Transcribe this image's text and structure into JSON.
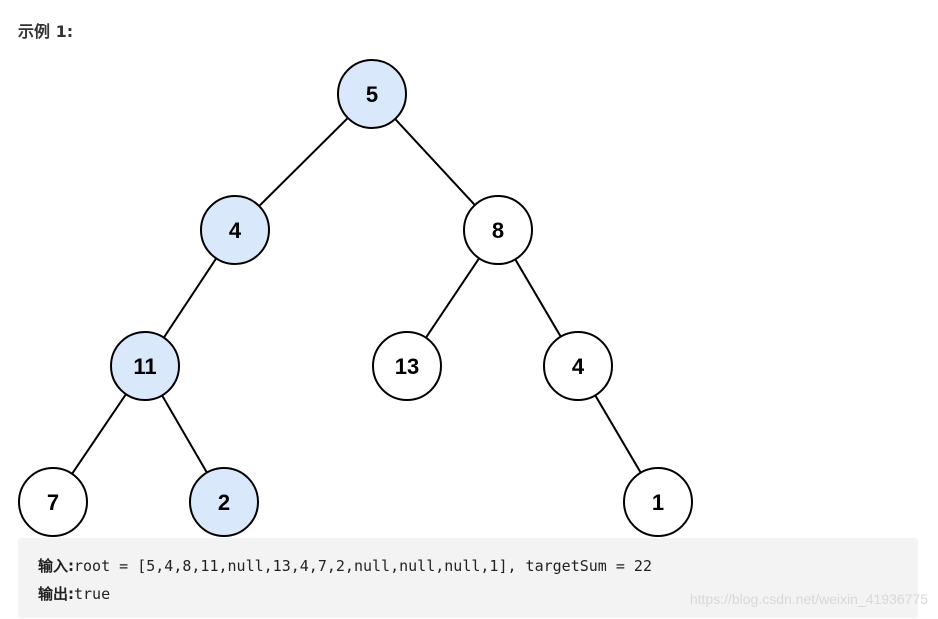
{
  "heading": "示例 1:",
  "tree": {
    "nodes": [
      {
        "id": "n5",
        "label": "5",
        "highlighted": true
      },
      {
        "id": "n4",
        "label": "4",
        "highlighted": true
      },
      {
        "id": "n8",
        "label": "8",
        "highlighted": false
      },
      {
        "id": "n11",
        "label": "11",
        "highlighted": true
      },
      {
        "id": "n13",
        "label": "13",
        "highlighted": false
      },
      {
        "id": "n4b",
        "label": "4",
        "highlighted": false
      },
      {
        "id": "n7",
        "label": "7",
        "highlighted": false
      },
      {
        "id": "n2",
        "label": "2",
        "highlighted": true
      },
      {
        "id": "n1",
        "label": "1",
        "highlighted": false
      }
    ],
    "edges": [
      [
        "n5",
        "n4"
      ],
      [
        "n5",
        "n8"
      ],
      [
        "n4",
        "n11"
      ],
      [
        "n8",
        "n13"
      ],
      [
        "n8",
        "n4b"
      ],
      [
        "n11",
        "n7"
      ],
      [
        "n11",
        "n2"
      ],
      [
        "n4b",
        "n1"
      ]
    ],
    "colors": {
      "highlight_fill": "#dae8fc",
      "normal_fill": "#ffffff",
      "stroke": "#000000"
    }
  },
  "example": {
    "input_key": "输入:",
    "input_value": "root = [5,4,8,11,null,13,4,7,2,null,null,null,1], targetSum = 22",
    "output_key": "输出:",
    "output_value": "true"
  },
  "watermark": "https://blog.csdn.net/weixin_41936775"
}
